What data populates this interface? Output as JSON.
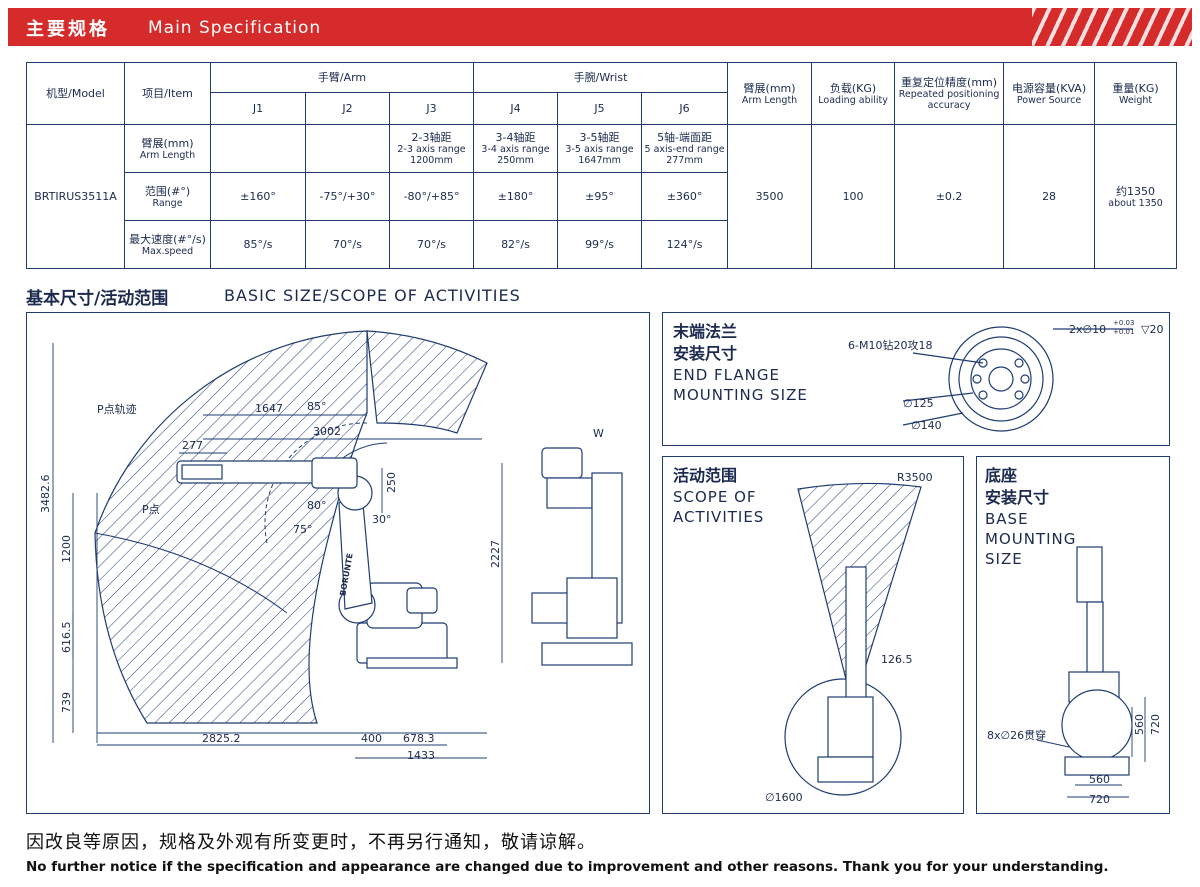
{
  "header": {
    "title_cn": "主要规格",
    "title_en": "Main Specification"
  },
  "spec_table": {
    "model_label": "机型/Model",
    "item_label": "项目/Item",
    "arm_group": "手臂/Arm",
    "wrist_group": "手腕/Wrist",
    "axes": [
      "J1",
      "J2",
      "J3",
      "J4",
      "J5",
      "J6"
    ],
    "extra_headers": [
      {
        "cn": "臂展(mm)",
        "en": "Arm Length"
      },
      {
        "cn": "负载(KG)",
        "en": "Loading ability"
      },
      {
        "cn": "重复定位精度(mm)",
        "en": "Repeated positioning accuracy"
      },
      {
        "cn": "电源容量(KVA)",
        "en": "Power Source"
      },
      {
        "cn": "重量(KG)",
        "en": "Weight"
      }
    ],
    "model": "BRTIRUS3511A",
    "rows": [
      {
        "label_cn": "臂展(mm)",
        "label_en": "Arm Length",
        "cells": [
          {
            "cn": "",
            "en": "",
            "val": ""
          },
          {
            "cn": "",
            "en": "",
            "val": ""
          },
          {
            "cn": "2-3轴距",
            "en": "2-3 axis range",
            "val": "1200mm"
          },
          {
            "cn": "3-4轴距",
            "en": "3-4 axis range",
            "val": "250mm"
          },
          {
            "cn": "3-5轴距",
            "en": "3-5 axis range",
            "val": "1647mm"
          },
          {
            "cn": "5轴-端面距",
            "en": "5 axis-end range",
            "val": "277mm"
          }
        ]
      },
      {
        "label_cn": "范围(#°)",
        "label_en": "Range",
        "cells": [
          "±160°",
          "-75°/+30°",
          "-80°/+85°",
          "±180°",
          "±95°",
          "±360°"
        ]
      },
      {
        "label_cn": "最大速度(#°/s)",
        "label_en": "Max.speed",
        "cells": [
          "85°/s",
          "70°/s",
          "70°/s",
          "82°/s",
          "99°/s",
          "124°/s"
        ]
      }
    ],
    "arm_length": "3500",
    "loading": "100",
    "accuracy": "±0.2",
    "power": "28",
    "weight_cn": "约1350",
    "weight_en": "about 1350"
  },
  "basic_size": {
    "title_cn": "基本尺寸/活动范围",
    "title_en": "BASIC SIZE/SCOPE OF ACTIVITIES",
    "labels": {
      "p_track": "P点轨迹",
      "p_point": "P点",
      "w": "W",
      "d1647": "1647",
      "d3002": "3002",
      "d277": "277",
      "d250": "250",
      "d2227": "2227",
      "d3482": "3482.6",
      "d1200": "1200",
      "d616": "616.5",
      "d739": "739",
      "d2825": "2825.2",
      "d400": "400",
      "d678": "678.3",
      "d1433": "1433",
      "a85": "85°",
      "a80": "80°",
      "a75": "75°",
      "a30": "30°",
      "brand": "BORUNTE"
    }
  },
  "end_flange": {
    "title_cn1": "末端法兰",
    "title_cn2": "安装尺寸",
    "title_en1": "END FLANGE",
    "title_en2": "MOUNTING SIZE",
    "bolt": "6-M10钻20攻18",
    "pin": "2x∅10",
    "tol_up": "+0.03",
    "tol_dn": "+0.01",
    "depth": "▽20",
    "d125": "∅125",
    "d140": "∅140"
  },
  "scope": {
    "title_cn": "活动范围",
    "title_en1": "SCOPE OF",
    "title_en2": "ACTIVITIES",
    "r3500": "R3500",
    "d126": "126.5",
    "d1600": "∅1600"
  },
  "base": {
    "title_cn1": "底座",
    "title_cn2": "安装尺寸",
    "title_en1": "BASE",
    "title_en2": "MOUNTING",
    "title_en3": "SIZE",
    "holes": "8x∅26贯穿",
    "d560v": "560",
    "d720v": "720",
    "d560h": "560",
    "d720h": "720"
  },
  "footer": {
    "cn": "因改良等原因，规格及外观有所变更时，不再另行通知，敬请谅解。",
    "en": "No further notice if the specification and appearance are changed due to improvement and other reasons. Thank you for your understanding."
  },
  "colors": {
    "accent": "#d62b2b",
    "line": "#1e3c72",
    "text": "#1b2a4e"
  }
}
